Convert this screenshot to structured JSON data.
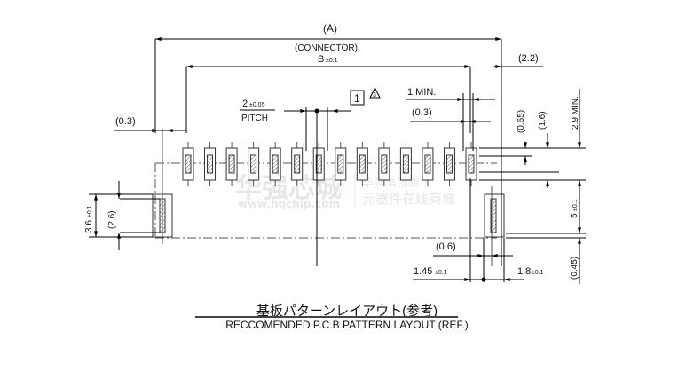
{
  "drawing": {
    "pin_count": 14,
    "labels": {
      "overall_width": "(A)",
      "connector": "(CONNECTOR)",
      "b_dim": "B",
      "b_tol": "±0.1",
      "pitch_value": "2",
      "pitch_tol": "±0.05",
      "pitch_label": "PITCH",
      "note_box": "1",
      "note_triangle": "3",
      "one_min": "1 MIN.",
      "d_0_3_top": "(0.3)",
      "d_0_3_left": "(0.3)",
      "d_2_2": "(2.2)",
      "d_0_65": "(0.65)",
      "d_1_6": "(1.6)",
      "d_2_9_min": "2.9 MIN.",
      "d_3_6": "3.6",
      "d_3_6_tol": "±0.1",
      "d_2_6": "(2.6)",
      "d_5": "5",
      "d_5_tol": "±0.1",
      "d_0_45": "(0.45)",
      "d_0_6": "(0.6)",
      "d_1_45": "1.45",
      "d_1_45_tol": "±0.1",
      "d_1_8": "1.8",
      "d_1_8_tol": "±0.1"
    },
    "watermark": {
      "brand": "华强芯城",
      "url": "www.hqchip.com",
      "group": "华强集团旗下",
      "slogan": "元器件在线商城"
    }
  },
  "caption": {
    "title_jp": "基板パターンレイアウト(参考)",
    "title_en": "RECCOMENDED P.C.B PATTERN LAYOUT (REF.)"
  }
}
